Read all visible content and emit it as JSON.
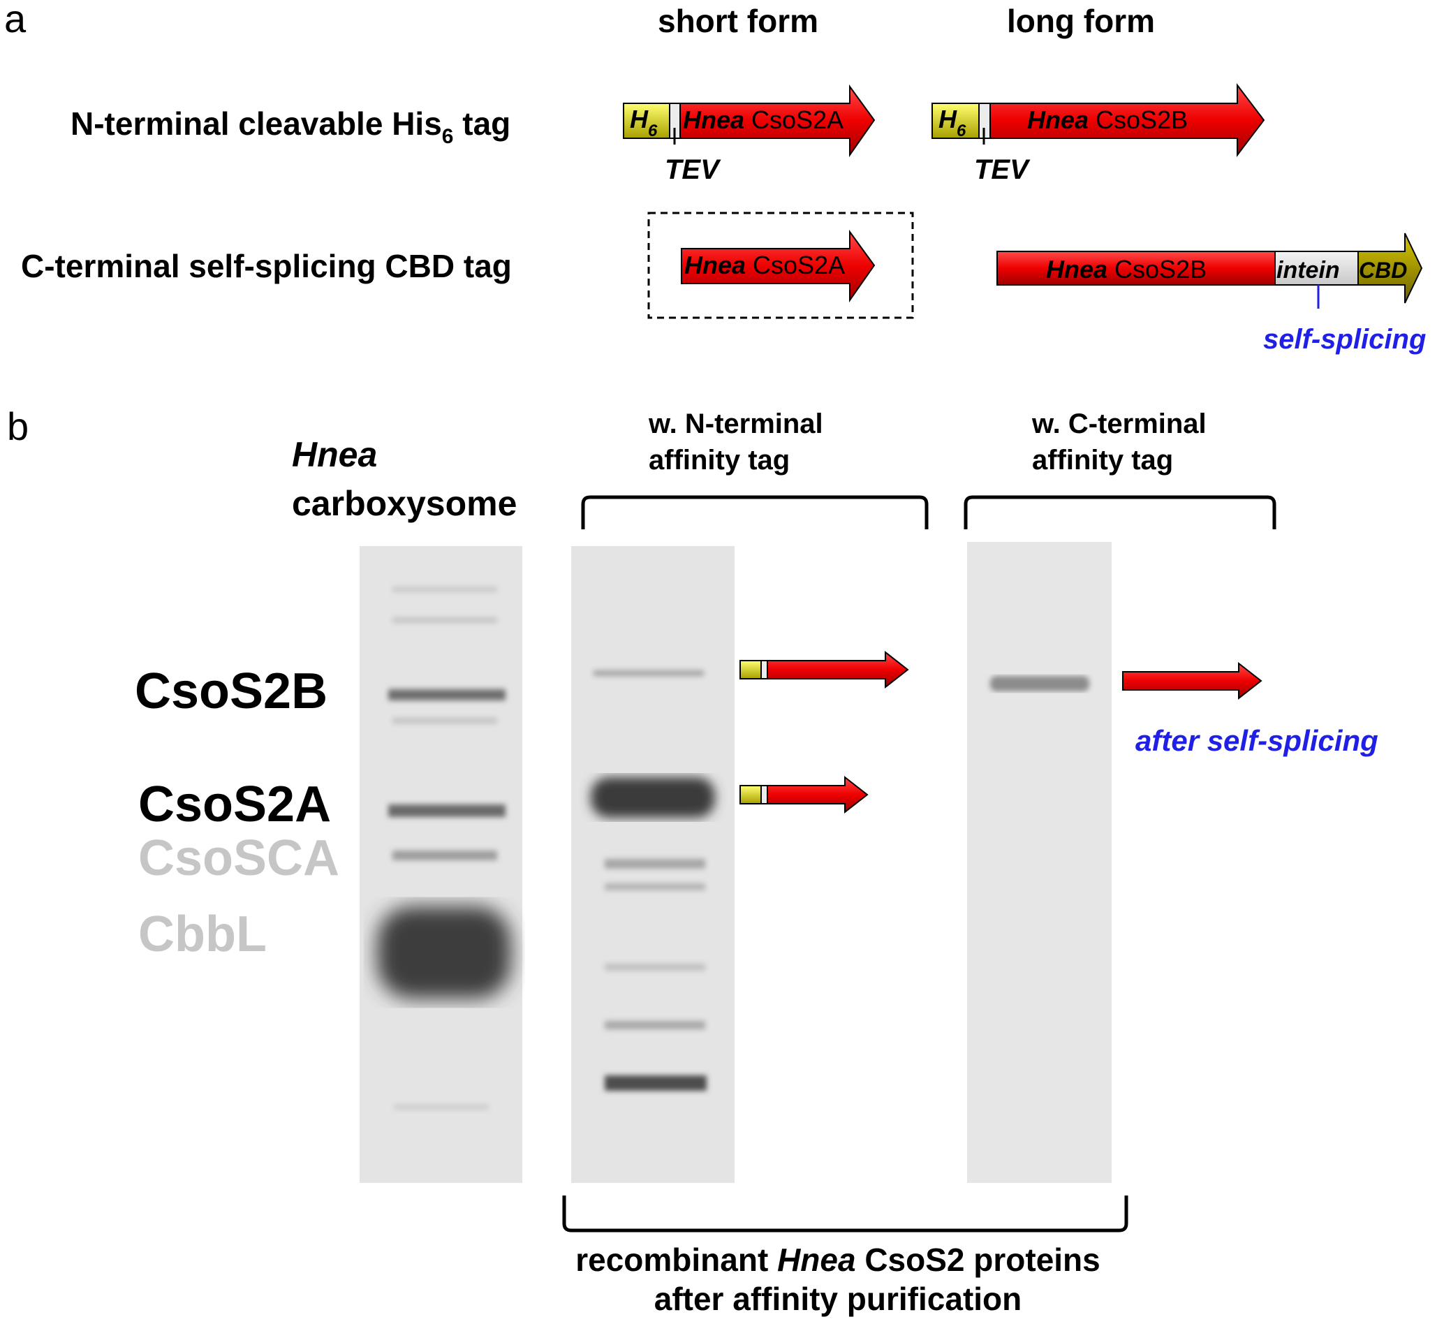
{
  "panel_a": {
    "label": "a",
    "col_short": "short form",
    "col_long": "long form",
    "row1_label_main": "N-terminal cleavable His",
    "row1_label_sub": "6",
    "row1_label_tail": " tag",
    "row2_label": "C-terminal self-splicing CBD tag",
    "h_tag": "H",
    "h_sub": "6",
    "hnea": "Hnea",
    "csos2a": " CsoS2A",
    "csos2b": " CsoS2B",
    "tev": "TEV",
    "intein": "intein",
    "cbd": "CBD",
    "self_splicing": "self-splicing"
  },
  "panel_b": {
    "label": "b",
    "carb_title_1": "Hnea",
    "carb_title_2": "carboxysome",
    "nterm_title_1": "w. N-terminal",
    "nterm_title_2": "affinity tag",
    "cterm_title_1": "w. C-terminal",
    "cterm_title_2": "affinity tag",
    "band_csos2b": "CsoS2B",
    "band_csos2a": "CsoS2A",
    "band_csosca": "CsoSCA",
    "band_cbbl": "CbbL",
    "after_splicing": "after self-splicing",
    "bottom_1_pre": "recombinant ",
    "bottom_1_it": "Hnea",
    "bottom_1_post": " CsoS2 proteins",
    "bottom_2": "after affinity purification"
  },
  "colors": {
    "red": "#f20000",
    "yellow": "#f2f200",
    "olive": "#b8a800",
    "blue": "#1f1fe6",
    "grey_label": "#c6c6c6",
    "gel_bg": "#e4e4e4"
  }
}
